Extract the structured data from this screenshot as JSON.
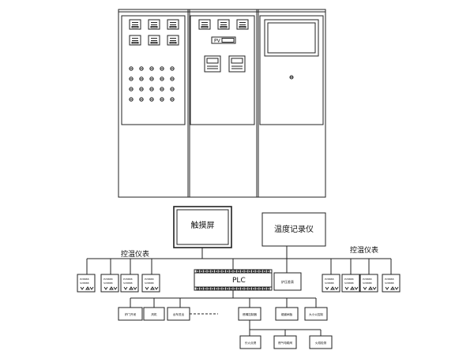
{
  "top_labels": {
    "touch_screen": "触摸屏",
    "temp_recorder": "温度记录仪",
    "left_controllers": "控温仪表",
    "right_controllers": "控温仪表",
    "plc": "PLC",
    "pressure_gauge": "炉压差表",
    "panel_pv": "PV"
  },
  "meter_readout": {
    "top": "PV8888",
    "bottom": "SV8888"
  },
  "plc_sublabel": "",
  "bottom_boxes": {
    "door_switch": "炉门开闭",
    "fan": "风机",
    "car_in_out": "台车进出",
    "burner_control": "燃嘴控制器",
    "flue_valve": "烟道闸板",
    "flame_control": "大小火控制",
    "ignition": "长火点燃",
    "gas_solenoid": "燃气电磁阀",
    "flame_detect": "火焰检测"
  }
}
